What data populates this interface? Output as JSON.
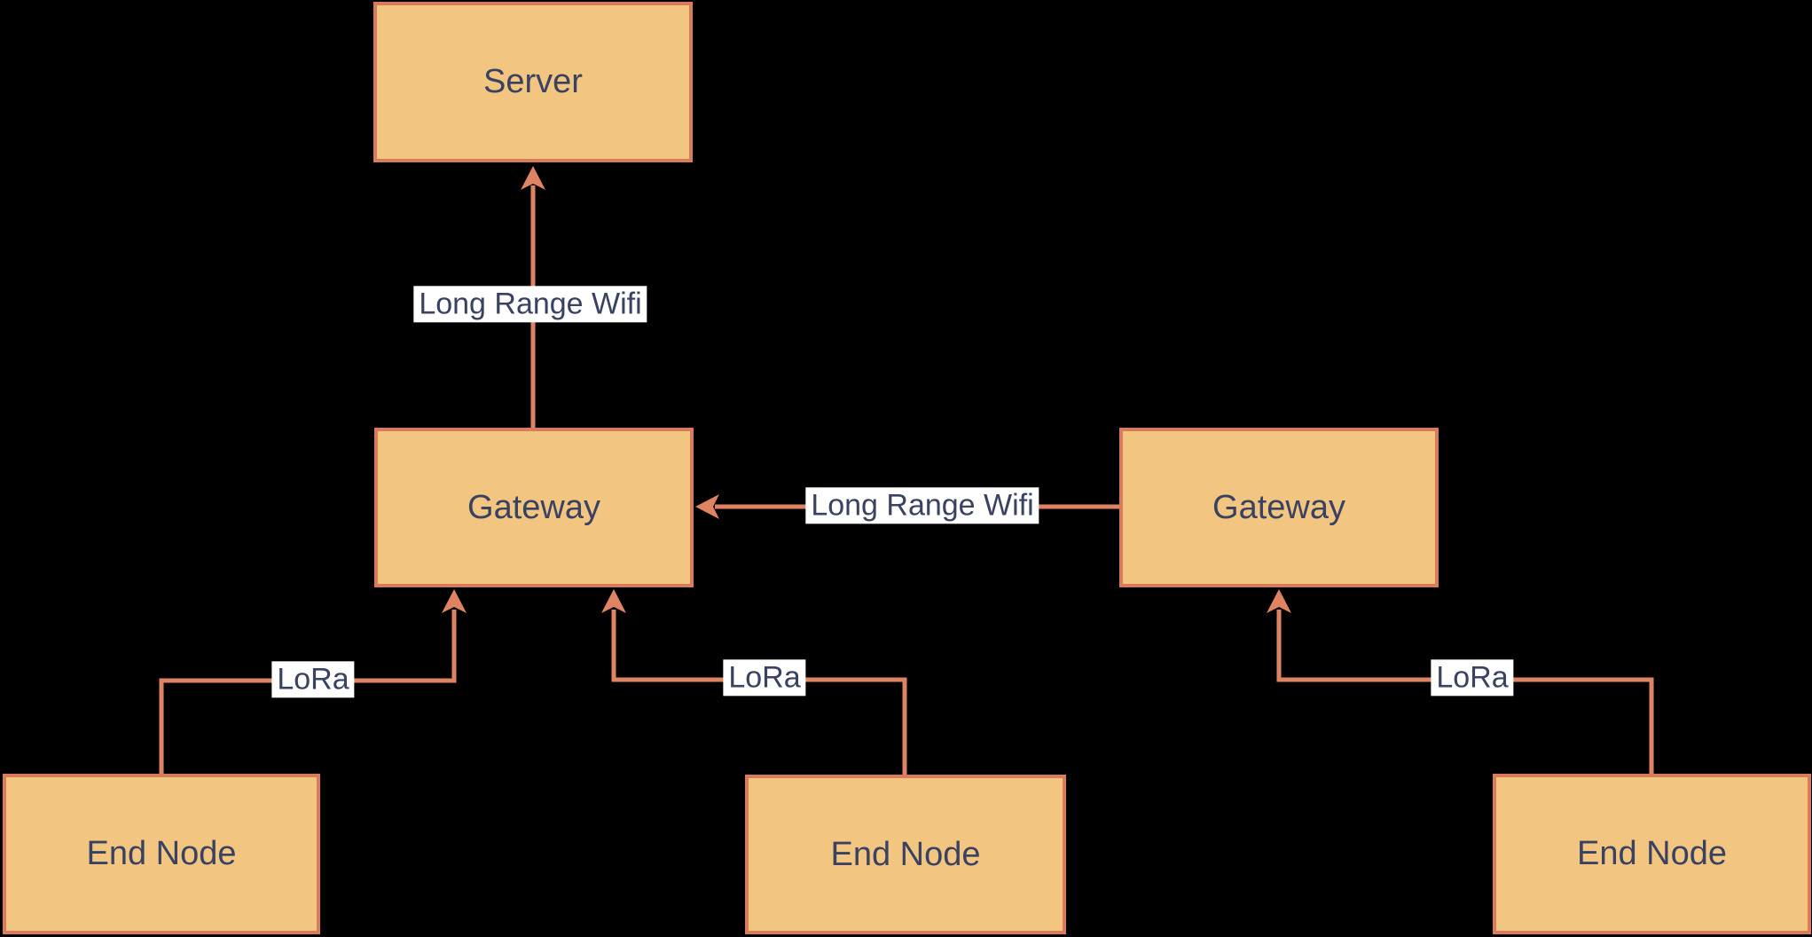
{
  "theme": {
    "background": "#000000",
    "node-fill": "#F2C581",
    "node-border": "#D97C5B",
    "node-text": "#3A4262",
    "edge-color": "#DE8462",
    "label-bg": "#FFFFFF",
    "label-text": "#3A4262"
  },
  "nodes": {
    "server": {
      "label": "Server"
    },
    "gateway_left": {
      "label": "Gateway"
    },
    "gateway_right": {
      "label": "Gateway"
    },
    "end_node_left": {
      "label": "End Node"
    },
    "end_node_middle": {
      "label": "End Node"
    },
    "end_node_right": {
      "label": "End Node"
    }
  },
  "edges": {
    "gateway_left_to_server": {
      "label": "Long Range Wifi"
    },
    "gateway_right_to_gateway_left": {
      "label": "Long Range Wifi"
    },
    "end_node_left_to_gateway_left": {
      "label": "LoRa"
    },
    "end_node_middle_to_gateway_left": {
      "label": "LoRa"
    },
    "end_node_right_to_gateway_right": {
      "label": "LoRa"
    }
  }
}
